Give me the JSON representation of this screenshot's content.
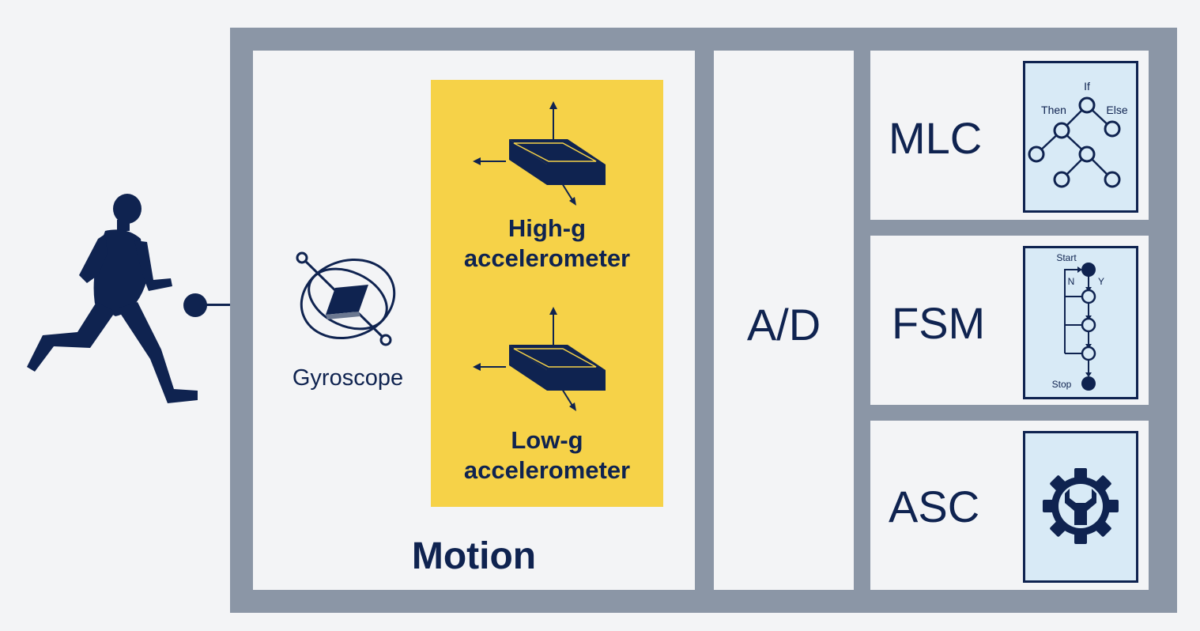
{
  "diagram": {
    "motion_label": "Motion",
    "gyroscope_label": "Gyroscope",
    "high_g_line1": "High-g",
    "high_g_line2": "accelerometer",
    "low_g_line1": "Low-g",
    "low_g_line2": "accelerometer",
    "ad_label": "A/D",
    "mlc_label": "MLC",
    "fsm_label": "FSM",
    "asc_label": "ASC",
    "tree_labels": {
      "if": "If",
      "then": "Then",
      "else": "Else"
    },
    "fsm_labels": {
      "start": "Start",
      "n": "N",
      "y": "Y",
      "stop": "Stop"
    }
  },
  "colors": {
    "navy": "#0f2350",
    "frame": "#8b96a6",
    "panel": "#f3f4f6",
    "yellow": "#f6d248",
    "icon_bg": "#d8eaf6"
  }
}
